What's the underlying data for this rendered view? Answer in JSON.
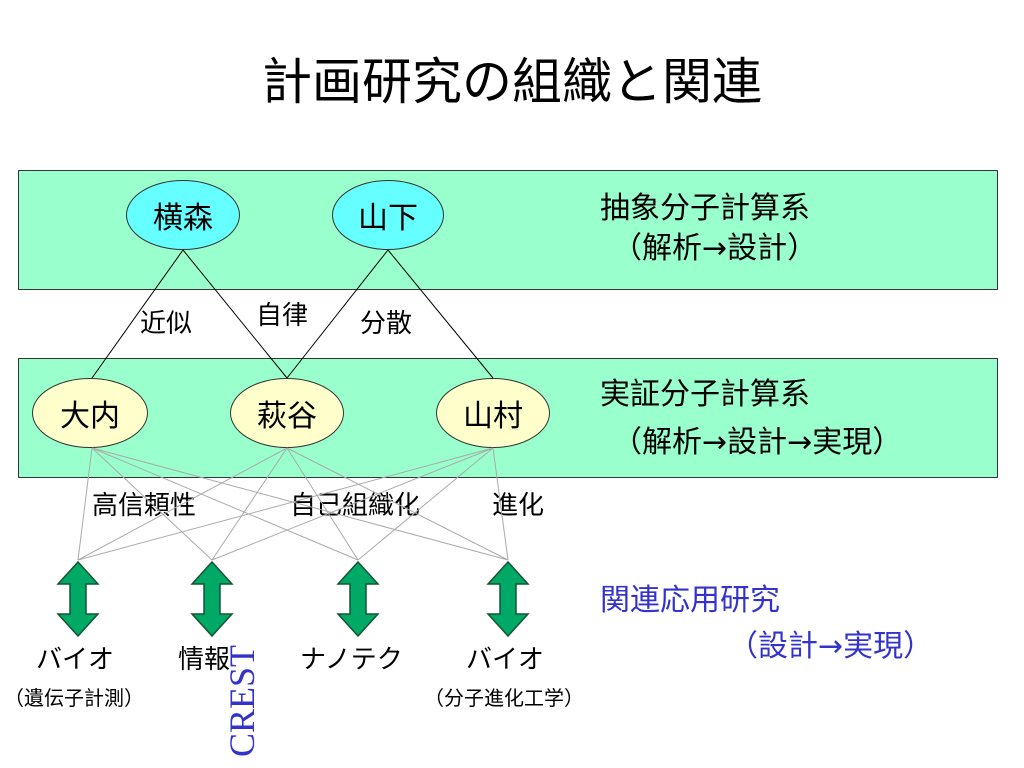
{
  "title": "計画研究の組織と関連",
  "top_band": {
    "system_label": "抽象分子計算系",
    "system_sub": "（解析→設計）",
    "nodes": [
      "横森",
      "山下"
    ]
  },
  "relations": [
    "近似",
    "自律",
    "分散"
  ],
  "mid_band": {
    "system_label": "実証分子計算系",
    "system_sub": "（解析→設計→実現）",
    "nodes": [
      "大内",
      "萩谷",
      "山村"
    ]
  },
  "properties": [
    "高信頼性",
    "自己組織化",
    "進化"
  ],
  "applied": {
    "label": "関連応用研究",
    "sub": "（設計→実現）",
    "color": "#3333cc"
  },
  "fields": [
    {
      "name": "バイオ",
      "sub": "（遺伝子計測）"
    },
    {
      "name": "情報",
      "sub": ""
    },
    {
      "name": "ナノテク",
      "sub": ""
    },
    {
      "name": "バイオ",
      "sub": "（分子進化工学）"
    }
  ],
  "crest_label": "CREST",
  "colors": {
    "band": "#99ffcc",
    "node_top": "#66ffff",
    "node_mid": "#ffffcc",
    "arrow": "#00aa66"
  }
}
